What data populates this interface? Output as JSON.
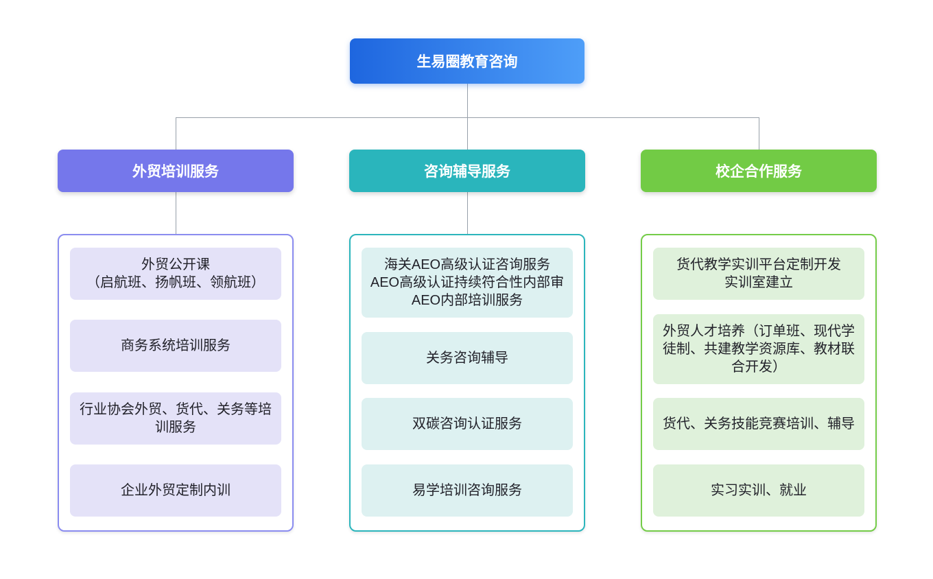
{
  "diagram": {
    "root": {
      "label": "生易圈教育咨询",
      "gradient_start": "#1E66DF",
      "gradient_end": "#4E9EF8"
    },
    "connector_color": "#97A0A9",
    "branches": [
      {
        "label": "外贸培训服务",
        "accent": "#7577EB",
        "border_color": "#8A8CF0",
        "item_bg": "#E4E2F8",
        "items": [
          "外贸公开课\n（启航班、扬帆班、领航班）",
          "商务系统培训服务",
          "行业协会外贸、货代、关务等培训服务",
          "企业外贸定制内训"
        ]
      },
      {
        "label": "咨询辅导服务",
        "accent": "#2AB5BC",
        "border_color": "#2BB5BC",
        "item_bg": "#DDF1F1",
        "items": [
          "海关AEO高级认证咨询服务\nAEO高级认证持续符合性内部审\nAEO内部培训服务",
          "关务咨询辅导",
          "双碳咨询认证服务",
          "易学培训咨询服务"
        ]
      },
      {
        "label": "校企合作服务",
        "accent": "#72CB45",
        "border_color": "#74CC48",
        "item_bg": "#DFF1DB",
        "items": [
          "货代教学实训平台定制开发\n实训室建立",
          "外贸人才培养（订单班、现代学徒制、共建教学资源库、教材联合开发）",
          "货代、关务技能竞赛培训、辅导",
          "实习实训、就业"
        ]
      }
    ]
  }
}
